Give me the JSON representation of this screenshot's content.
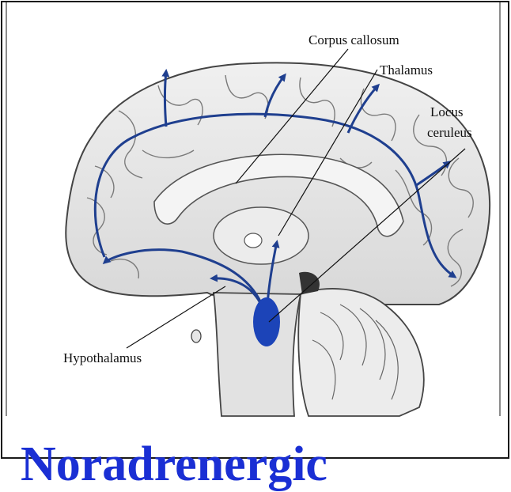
{
  "figure": {
    "labels": {
      "corpus_callosum": "Corpus callosum",
      "thalamus": "Thalamus",
      "locus_line1": "Locus",
      "locus_line2": "ceruleus",
      "hypothalamus": "Hypothalamus"
    },
    "colors": {
      "pathway": "#1f3f8f",
      "nucleus": "#1c44b8",
      "brain_fill": "#e6e6e6",
      "frame": "#1a1a1a"
    }
  },
  "caption": {
    "text": "Noradrenergic",
    "color": "#1a2fd4"
  }
}
